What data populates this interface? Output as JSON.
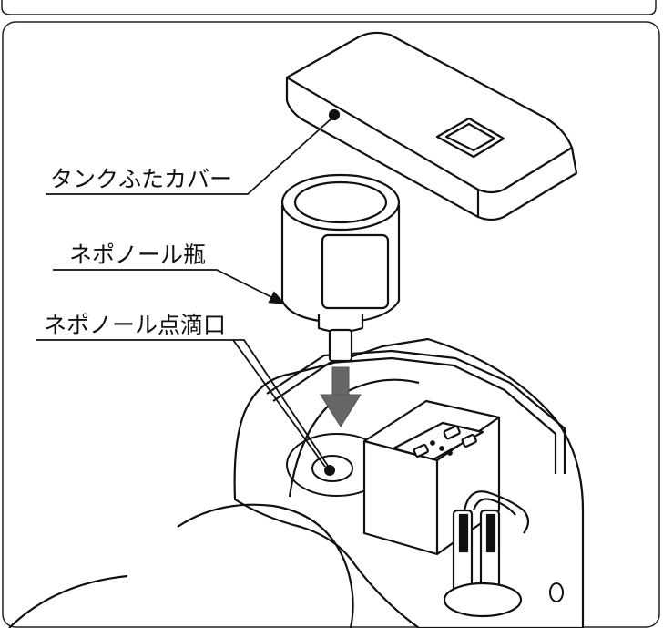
{
  "labels": {
    "tank_lid_cover": "タンクふたカバー",
    "neponol_bottle": "ネポノール瓶",
    "neponol_drip_port": "ネポノール点滴口"
  }
}
